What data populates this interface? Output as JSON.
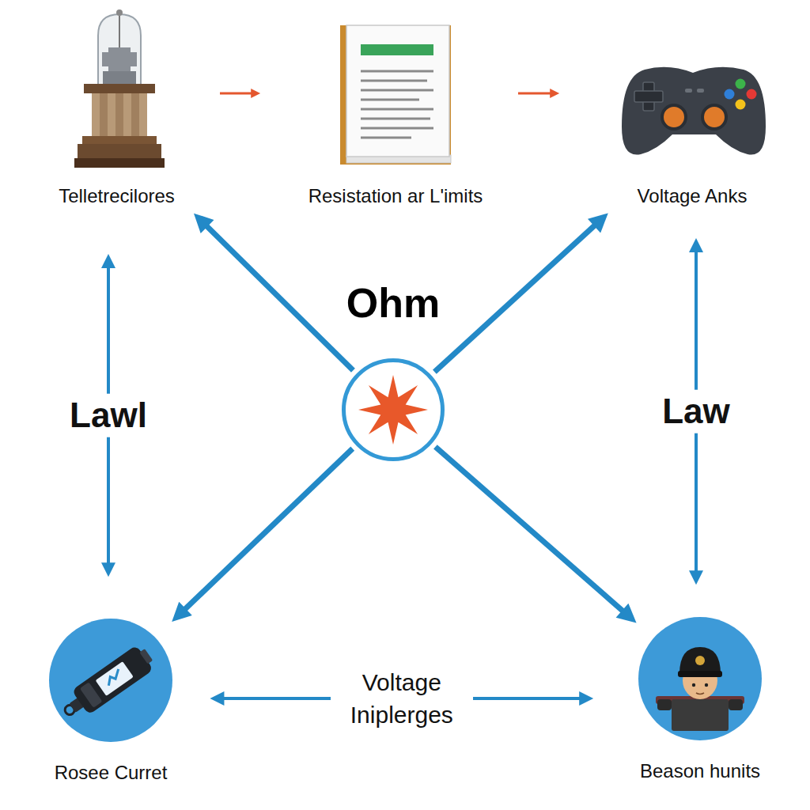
{
  "diagram": {
    "nodes": [
      {
        "text": [
          "Telletrecilores"
        ]
      },
      {
        "text": [
          "Resistation ar L'imits"
        ]
      },
      {
        "text": [
          "Voltage Anks"
        ]
      },
      {
        "text": [
          "Ohm"
        ]
      },
      {
        "text": [
          "Rosee Curret"
        ]
      },
      {
        "text": [
          "Beason hunits"
        ]
      }
    ],
    "edges": [
      {
        "from": 3,
        "to": 0,
        "arrow": "to"
      },
      {
        "from": 3,
        "to": 2,
        "arrow": "to"
      },
      {
        "from": 3,
        "to": 4,
        "arrow": "to"
      },
      {
        "from": 3,
        "to": 5,
        "arrow": "to"
      },
      {
        "from": 0,
        "to": 1,
        "arrow": "to"
      },
      {
        "from": 1,
        "to": 2,
        "arrow": "to"
      },
      {
        "from": 0,
        "to": 4,
        "label": "Lawl",
        "arrow": "both"
      },
      {
        "from": 2,
        "to": 5,
        "label": "Law",
        "arrow": "both"
      },
      {
        "from": 4,
        "to": 5,
        "label": "Voltage Iniplerges",
        "arrow": "both"
      }
    ]
  }
}
